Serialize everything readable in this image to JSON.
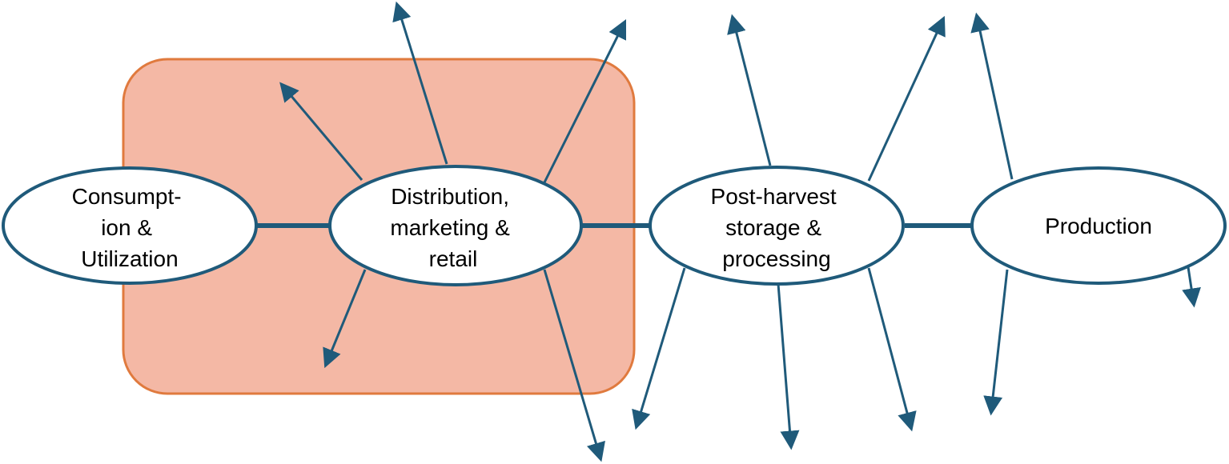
{
  "colors": {
    "stage_outline": "#1f5a7a",
    "stage_fill": "#ffffff",
    "arrow": "#1f5a7a",
    "highlight_fill": "#f4b8a5",
    "highlight_border": "#e07a3e"
  },
  "nodes": [
    {
      "id": "consumption",
      "lines": [
        "Consumpt-",
        "ion &",
        "Utilization"
      ]
    },
    {
      "id": "distribution",
      "lines": [
        "Distribution,",
        "marketing &",
        "retail"
      ]
    },
    {
      "id": "post-harvest",
      "lines": [
        "Post-harvest",
        "storage &",
        "processing"
      ]
    },
    {
      "id": "production",
      "lines": [
        "Production"
      ]
    }
  ],
  "edges": [
    {
      "from": "consumption",
      "to": "distribution"
    },
    {
      "from": "distribution",
      "to": "post-harvest"
    },
    {
      "from": "post-harvest",
      "to": "production"
    }
  ],
  "highlight": {
    "contains": [
      "distribution"
    ]
  }
}
